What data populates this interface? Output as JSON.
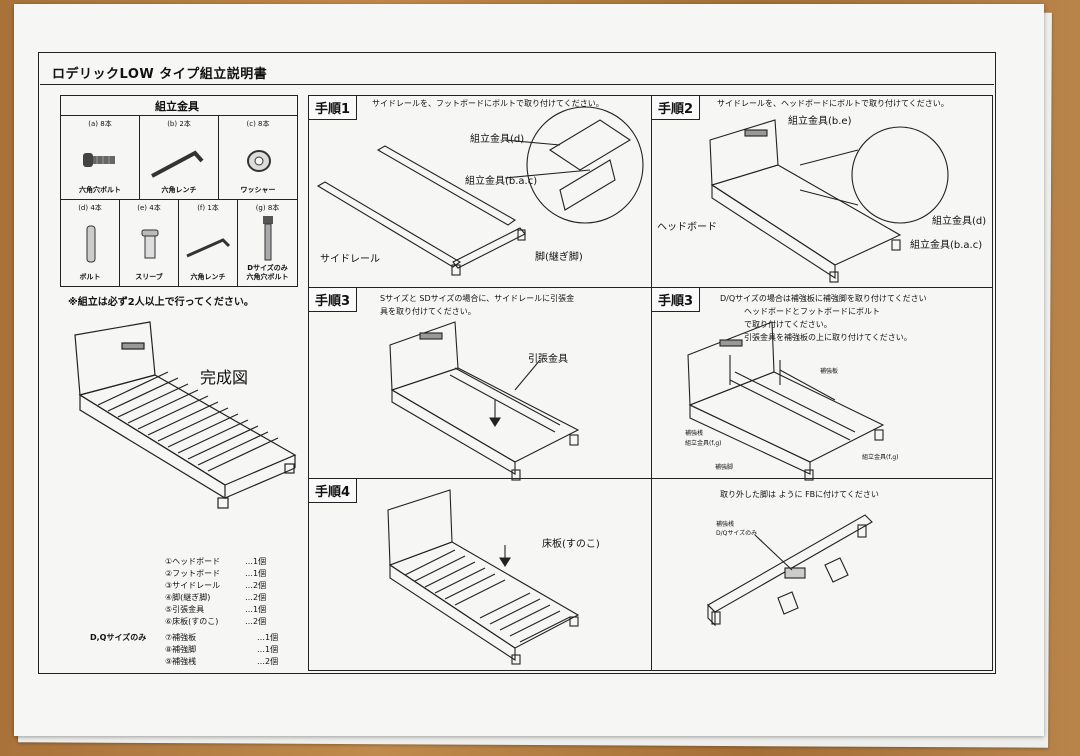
{
  "document": {
    "title": "ロデリックLOW タイプ組立説明書",
    "hardware": {
      "title": "組立金具",
      "items": [
        {
          "count": "(a) 8本",
          "name": "六角穴ボルト",
          "icon": "hex-bolt-icon"
        },
        {
          "count": "(b) 2本",
          "name": "六角レンチ",
          "icon": "hex-wrench-icon"
        },
        {
          "count": "(c) 8本",
          "name": "ワッシャー",
          "icon": "washer-icon"
        },
        {
          "count": "(d) 4本",
          "name": "ボルト",
          "icon": "dowel-icon"
        },
        {
          "count": "(e) 4本",
          "name": "スリーブ",
          "icon": "sleeve-icon"
        },
        {
          "count": "(f) 1本",
          "name": "六角レンチ",
          "icon": "hex-wrench-icon"
        },
        {
          "count": "(g) 8本",
          "name": "Dサイズのみ\n六角穴ボルト",
          "icon": "long-bolt-icon"
        }
      ]
    },
    "warning": "※組立は必ず2人以上で行ってください。",
    "completed_label": "完成図",
    "parts_list": [
      {
        "name": "①ヘッドボード",
        "qty": "…1個"
      },
      {
        "name": "②フットボード",
        "qty": "…1個"
      },
      {
        "name": "③サイドレール",
        "qty": "…2個"
      },
      {
        "name": "④脚(継ぎ脚)",
        "qty": "…2個"
      },
      {
        "name": "⑤引張金具",
        "qty": "…1個"
      },
      {
        "name": "⑥床板(すのこ)",
        "qty": "…2個"
      }
    ],
    "dq_label": "D,Qサイズのみ",
    "dq_parts": [
      {
        "name": "⑦補強板",
        "qty": "…1個"
      },
      {
        "name": "⑧補強脚",
        "qty": "…1個"
      },
      {
        "name": "⑨補強桟",
        "qty": "…2個"
      }
    ],
    "steps": [
      {
        "label": "手順1",
        "text": "サイドレールを、フットボードにボルトで取り付けてください。",
        "callouts": [
          "組立金具(d)",
          "組立金具(b.a.c)",
          "サイドレール",
          "脚(継ぎ脚)"
        ]
      },
      {
        "label": "手順2",
        "text": "サイドレールを、ヘッドボードにボルトで取り付けてください。",
        "callouts": [
          "組立金具(b.e)",
          "ヘッドボード",
          "組立金具(d)",
          "組立金具(b.a.c)"
        ]
      },
      {
        "label": "手順3",
        "text": "Sサイズと SDサイズの場合に、サイドレールに引張金\n具を取り付けてください。",
        "callouts": [
          "引張金具"
        ]
      },
      {
        "label": "手順3",
        "text": "D/Qサイズの場合は補強板に補強脚を取り付けてください\n　　　ヘッドボードとフットボードにボルト\n　　　で取り付けてください。\n　　　引張金具を補強板の上に取り付けてください。",
        "callouts": [
          "補強板",
          "補強桟",
          "組立金具(f,g)",
          "補強脚",
          "組立金具(f,g)"
        ]
      },
      {
        "label": "手順4",
        "text": "",
        "callouts": [
          "床板(すのこ)"
        ]
      },
      {
        "label": "",
        "text": "取り外した脚は ように FBに付けてください",
        "callouts": [
          "補強桟\nD/Qサイズのみ"
        ]
      }
    ]
  }
}
